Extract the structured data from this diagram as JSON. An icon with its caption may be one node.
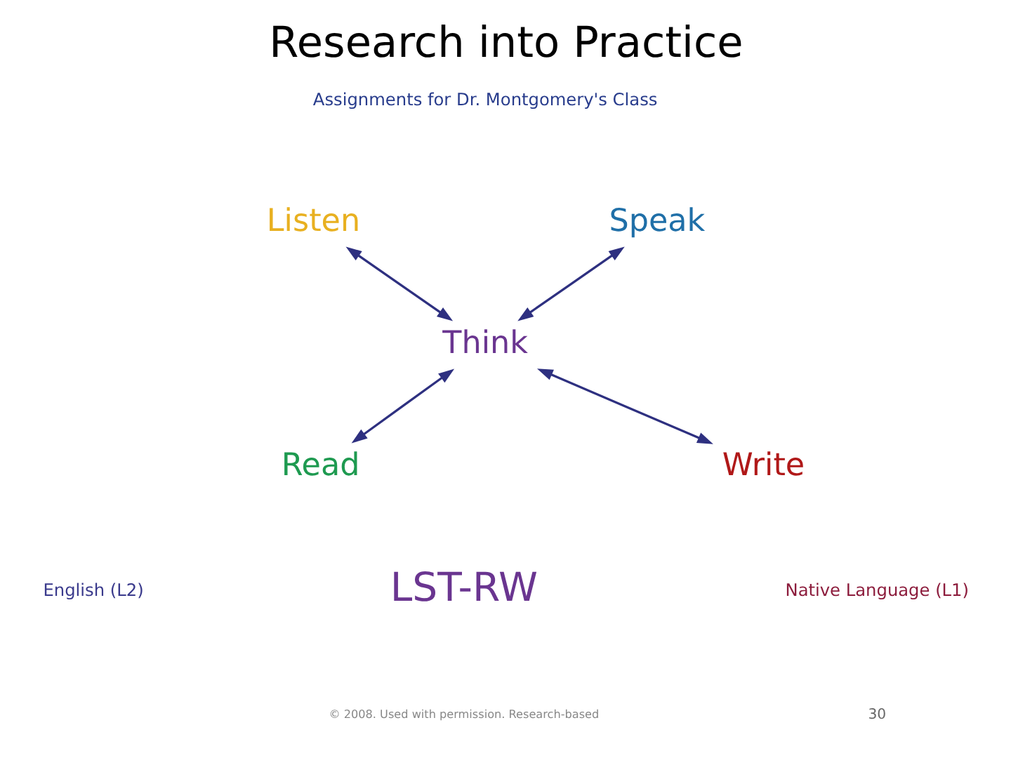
{
  "diagram": {
    "title": "Research into Practice",
    "nodes": [
      {
        "text": [
          "Listen"
        ]
      },
      {
        "text": [
          "Speak"
        ]
      },
      {
        "text": [
          "Think"
        ]
      },
      {
        "text": [
          "Read"
        ]
      },
      {
        "text": [
          "Write"
        ]
      }
    ],
    "edges": [
      {
        "from": 0,
        "to": 2,
        "arrow": "both"
      },
      {
        "from": 1,
        "to": 2,
        "arrow": "both"
      },
      {
        "from": 2,
        "to": 3,
        "arrow": "both"
      },
      {
        "from": 2,
        "to": 4,
        "arrow": "both"
      }
    ],
    "labels": [
      "Assignments for Dr. Montgomery's Class",
      "LST-RW",
      "English (L2)",
      "Native Language (L1)",
      "© 2008. Used with permission. Research-based",
      "30"
    ]
  }
}
